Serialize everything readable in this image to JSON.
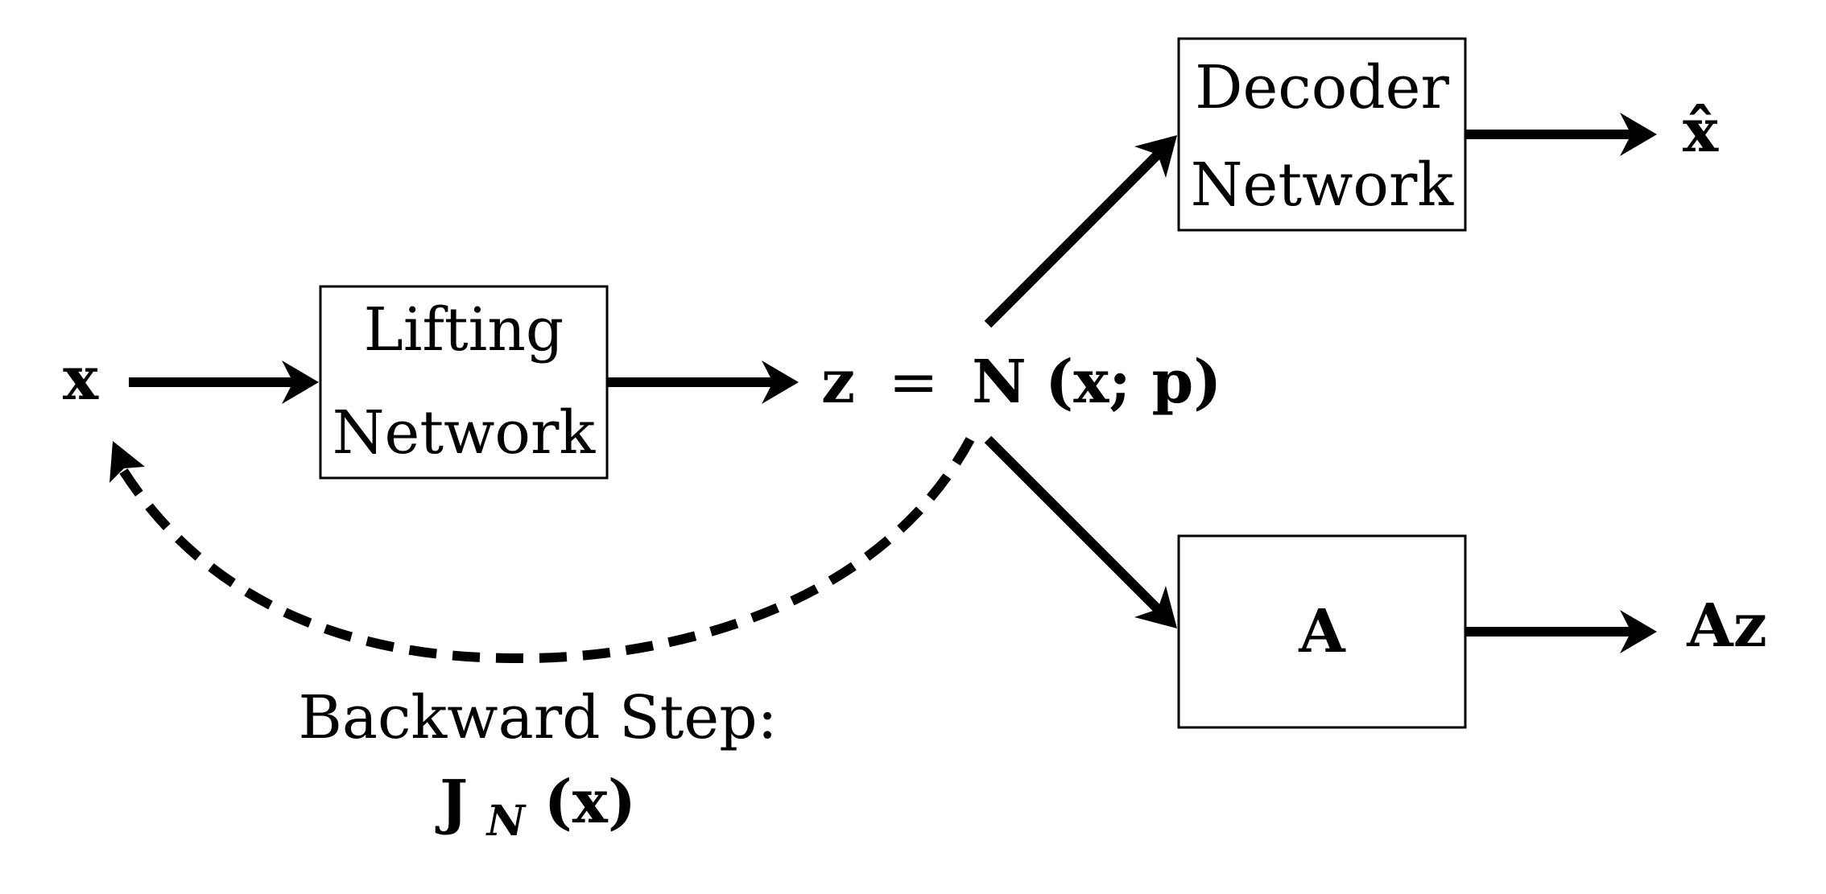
{
  "input": {
    "label": "x"
  },
  "lifting": {
    "line1": "Lifting",
    "line2": "Network"
  },
  "latent": {
    "z": "z",
    "eq": "=",
    "N": "N",
    "args": "(x; p)"
  },
  "decoder": {
    "line1": "Decoder",
    "line2": "Network"
  },
  "decoder_output": {
    "label": "x̂"
  },
  "operator": {
    "label": "A"
  },
  "operator_output": {
    "label": "Az"
  },
  "backward": {
    "line1": "Backward Step:",
    "J": "J",
    "sub": "N",
    "args": "(x)"
  }
}
